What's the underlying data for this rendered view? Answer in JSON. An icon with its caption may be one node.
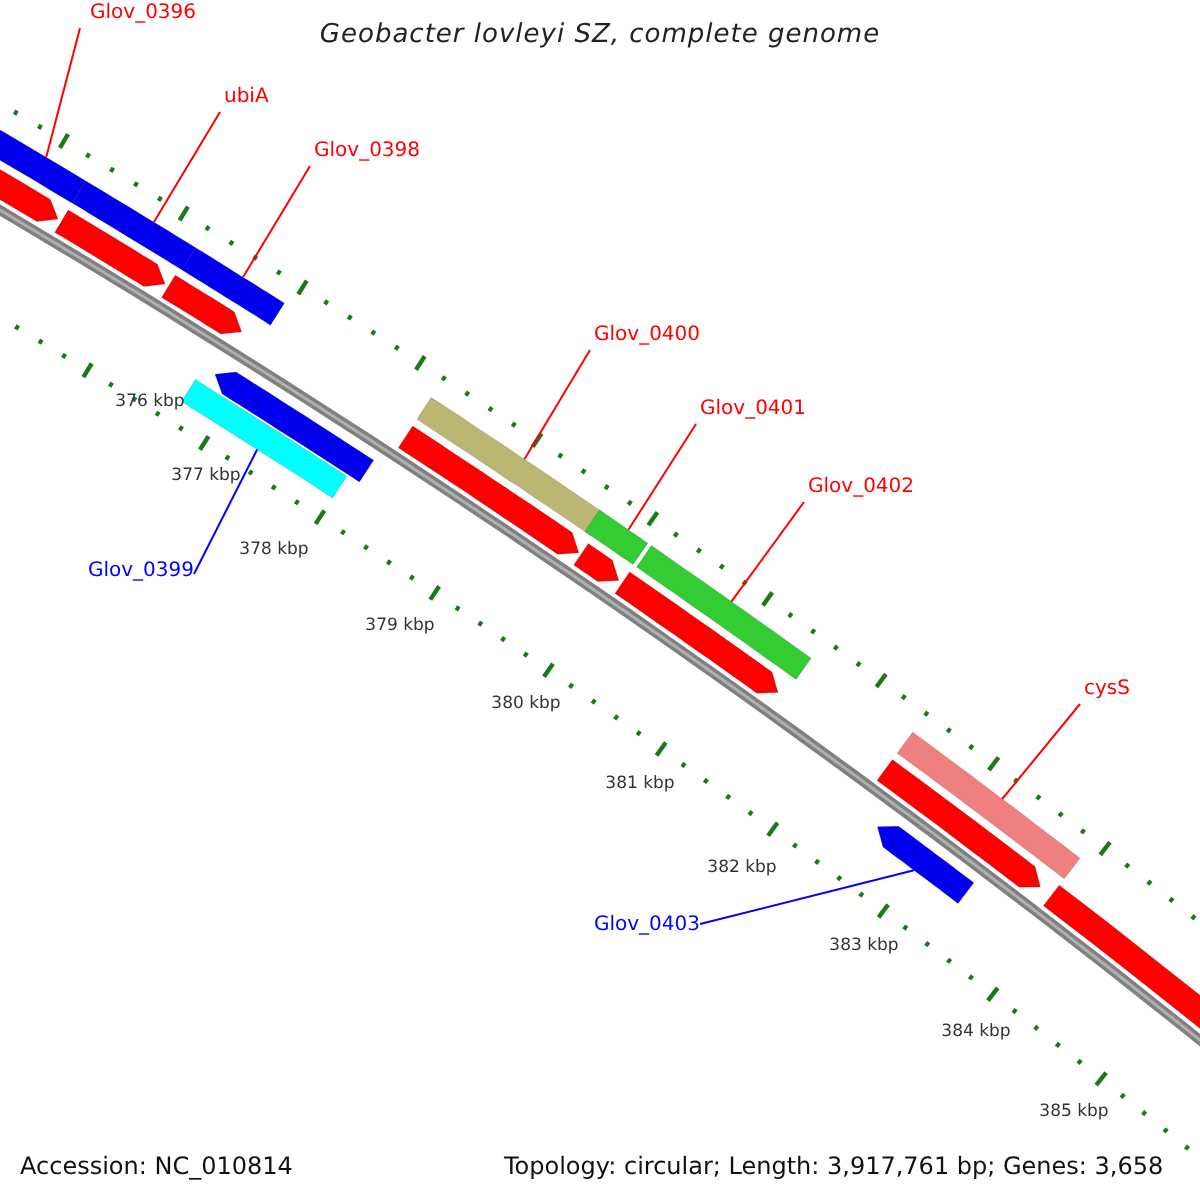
{
  "diagram": {
    "title": "Geobacter lovleyi SZ, complete genome",
    "nodes": [
      {
        "text": [
          "Glov_0396"
        ]
      },
      {
        "text": [],
        "shape": "bar"
      },
      {
        "text": [
          "ubiA"
        ]
      },
      {
        "text": [],
        "shape": "bar"
      },
      {
        "text": [
          "Glov_0398"
        ]
      },
      {
        "text": [],
        "shape": "bar"
      },
      {
        "text": [
          "Glov_0399"
        ]
      },
      {
        "text": [],
        "shape": "bar"
      },
      {
        "text": [
          "Glov_0400"
        ]
      },
      {
        "text": [],
        "shape": "bar"
      },
      {
        "text": [
          "Glov_0401"
        ]
      },
      {
        "text": [],
        "shape": "bar"
      },
      {
        "text": [
          "Glov_0402"
        ]
      },
      {
        "text": [],
        "shape": "bar"
      },
      {
        "text": [
          "Glov_0403"
        ]
      },
      {
        "text": [],
        "shape": "bar"
      },
      {
        "text": [
          "cysS"
        ]
      },
      {
        "text": [],
        "shape": "bar"
      },
      {
        "text": [],
        "shape": "bar"
      },
      {
        "text": [],
        "shape": "bar"
      },
      {
        "text": [],
        "shape": "bar"
      },
      {
        "text": [],
        "shape": "bar"
      },
      {
        "text": [],
        "shape": "bar"
      },
      {
        "text": [],
        "shape": "bar"
      },
      {
        "text": [],
        "shape": "bar"
      },
      {
        "text": [],
        "shape": "bar"
      },
      {
        "text": [],
        "shape": "bar"
      }
    ],
    "edges": [
      {
        "from": 0,
        "to": 1,
        "arrow": "none"
      },
      {
        "from": 2,
        "to": 3,
        "arrow": "none"
      },
      {
        "from": 4,
        "to": 5,
        "arrow": "none"
      },
      {
        "from": 6,
        "to": 7,
        "arrow": "none",
        "color": "#0000ff"
      },
      {
        "from": 8,
        "to": 9,
        "arrow": "none"
      },
      {
        "from": 10,
        "to": 11,
        "arrow": "none"
      },
      {
        "from": 12,
        "to": 13,
        "arrow": "none"
      },
      {
        "from": 14,
        "to": 15,
        "arrow": "none",
        "color": "#0000ff"
      },
      {
        "from": 16,
        "to": 17,
        "arrow": "none"
      }
    ],
    "labels": [
      "376 kbp",
      "377 kbp",
      "378 kbp",
      "379 kbp",
      "380 kbp",
      "381 kbp",
      "382 kbp",
      "383 kbp",
      "384 kbp",
      "385 kbp",
      "Accession: NC_010814",
      "Topology: circular; Length: 3,917,761 bp; Genes: 3,658"
    ]
  }
}
